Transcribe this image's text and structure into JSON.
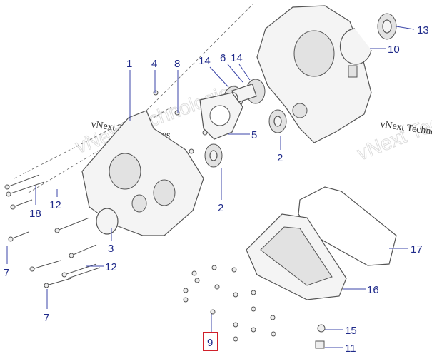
{
  "diagram": {
    "callouts": [
      {
        "id": "c1",
        "text": "1"
      },
      {
        "id": "c4",
        "text": "4"
      },
      {
        "id": "c8",
        "text": "8"
      },
      {
        "id": "c14a",
        "text": "14"
      },
      {
        "id": "c6",
        "text": "6"
      },
      {
        "id": "c14b",
        "text": "14"
      },
      {
        "id": "c13",
        "text": "13"
      },
      {
        "id": "c10",
        "text": "10"
      },
      {
        "id": "c5",
        "text": "5"
      },
      {
        "id": "c2a",
        "text": "2"
      },
      {
        "id": "c2b",
        "text": "2"
      },
      {
        "id": "c18",
        "text": "18"
      },
      {
        "id": "c12a",
        "text": "12"
      },
      {
        "id": "c3",
        "text": "3"
      },
      {
        "id": "c12b",
        "text": "12"
      },
      {
        "id": "c7a",
        "text": "7"
      },
      {
        "id": "c7b",
        "text": "7"
      },
      {
        "id": "c17",
        "text": "17"
      },
      {
        "id": "c16",
        "text": "16"
      },
      {
        "id": "c9",
        "text": "9",
        "highlighted": true
      },
      {
        "id": "c15",
        "text": "15"
      },
      {
        "id": "c11",
        "text": "11"
      }
    ],
    "watermarks": [
      "vNext Technologies",
      "vNext Technologies",
      "vNext Technologies",
      "vNext Techno"
    ],
    "colors": {
      "callout": "#1f2a8a",
      "highlight": "#d0202a"
    }
  }
}
